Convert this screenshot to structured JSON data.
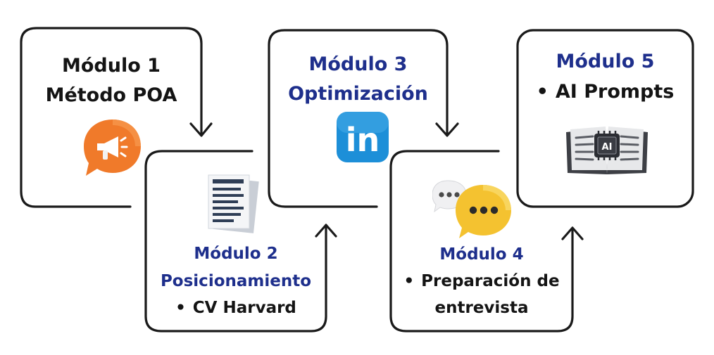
{
  "modules": [
    {
      "title": "Módulo 1",
      "subtitle": "Método POA",
      "icon": "megaphone-icon"
    },
    {
      "title": "Módulo 2",
      "subtitle": "Posicionamiento",
      "bullet": "CV Harvard",
      "icon": "document-icon"
    },
    {
      "title": "Módulo 3",
      "subtitle": "Optimización",
      "icon": "linkedin-icon",
      "icon_text": "in"
    },
    {
      "title": "Módulo 4",
      "bullet_line1": "Preparación de",
      "bullet_line2": "entrevista",
      "icon": "chat-bubbles-icon"
    },
    {
      "title": "Módulo 5",
      "bullet": "AI Prompts",
      "icon": "ai-book-icon",
      "icon_text": "AI"
    }
  ],
  "colors": {
    "dark_text": "#141414",
    "blue_text": "#1e2f8c",
    "stroke": "#1a1a1a",
    "megaphone_orange": "#f07a2a",
    "linkedin_blue": "#1d8fd8",
    "chat_yellow": "#f4c230"
  }
}
